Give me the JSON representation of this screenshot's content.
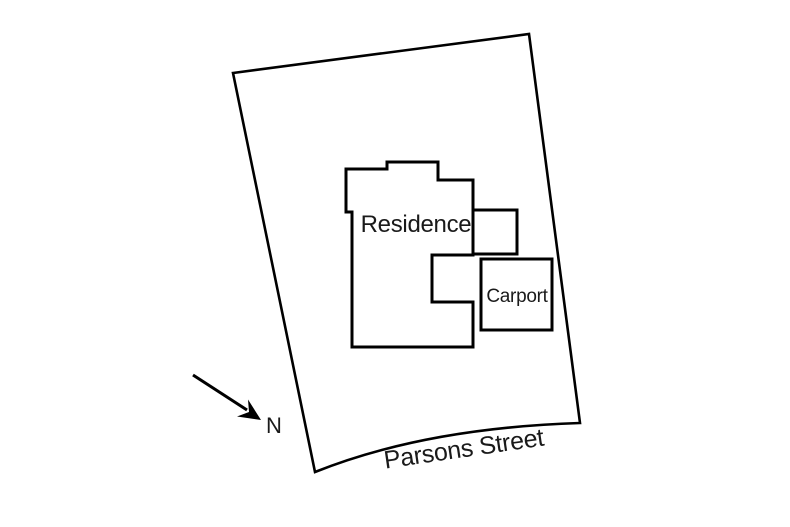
{
  "diagram": {
    "type": "site-plan",
    "background_color": "#ffffff",
    "line_color": "#000000",
    "labels": {
      "residence": "Residence",
      "carport": "Carport",
      "north": "N",
      "street": "Parsons Street"
    },
    "icons": [
      {
        "name": "north-arrow-icon",
        "meaning": "north direction arrow pointing toward lower-right"
      }
    ]
  }
}
